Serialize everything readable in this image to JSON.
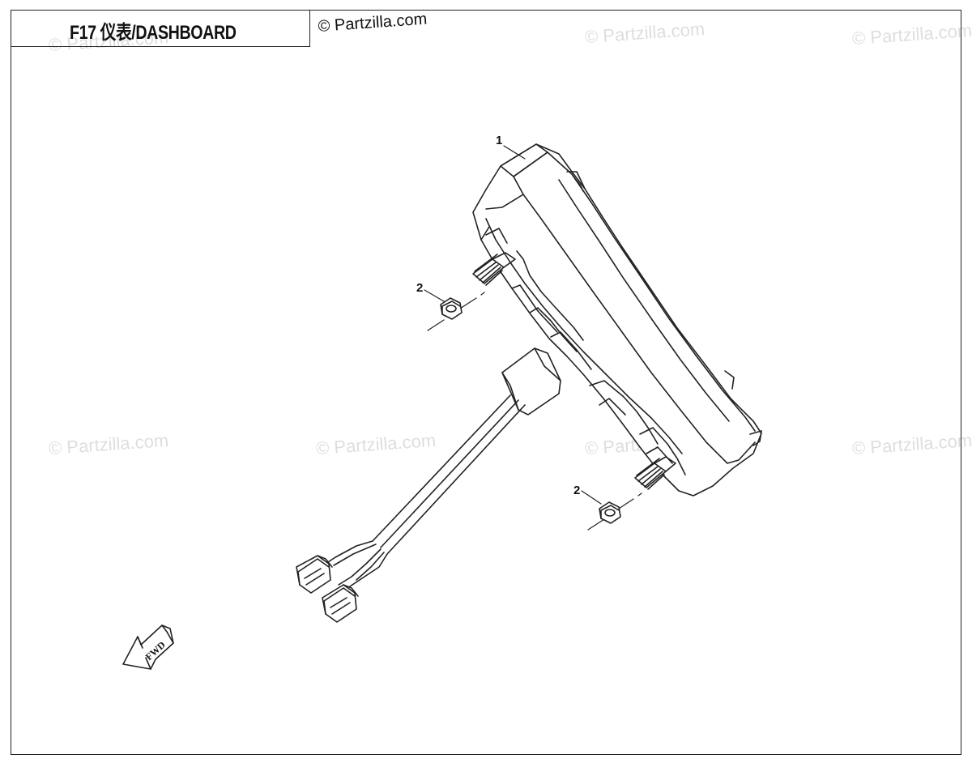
{
  "header": {
    "title": "F17 仪表/DASHBOARD",
    "copyright": "© Partzilla.com"
  },
  "watermarks": [
    {
      "text": "© Partzilla.com"
    },
    {
      "text": "© Partzilla.com"
    },
    {
      "text": "© Partzilla.com"
    },
    {
      "text": "© Partzilla.com"
    },
    {
      "text": "© Partzilla.com"
    },
    {
      "text": "© Partzilla.com"
    },
    {
      "text": "© Partzilla.com"
    }
  ],
  "callouts": [
    {
      "label": "1",
      "part": "dashboard"
    },
    {
      "label": "2",
      "part": "nut"
    },
    {
      "label": "2",
      "part": "nut"
    }
  ],
  "direction_arrow": {
    "label": "FWD"
  },
  "colors": {
    "line": "#222222",
    "background": "#ffffff"
  }
}
